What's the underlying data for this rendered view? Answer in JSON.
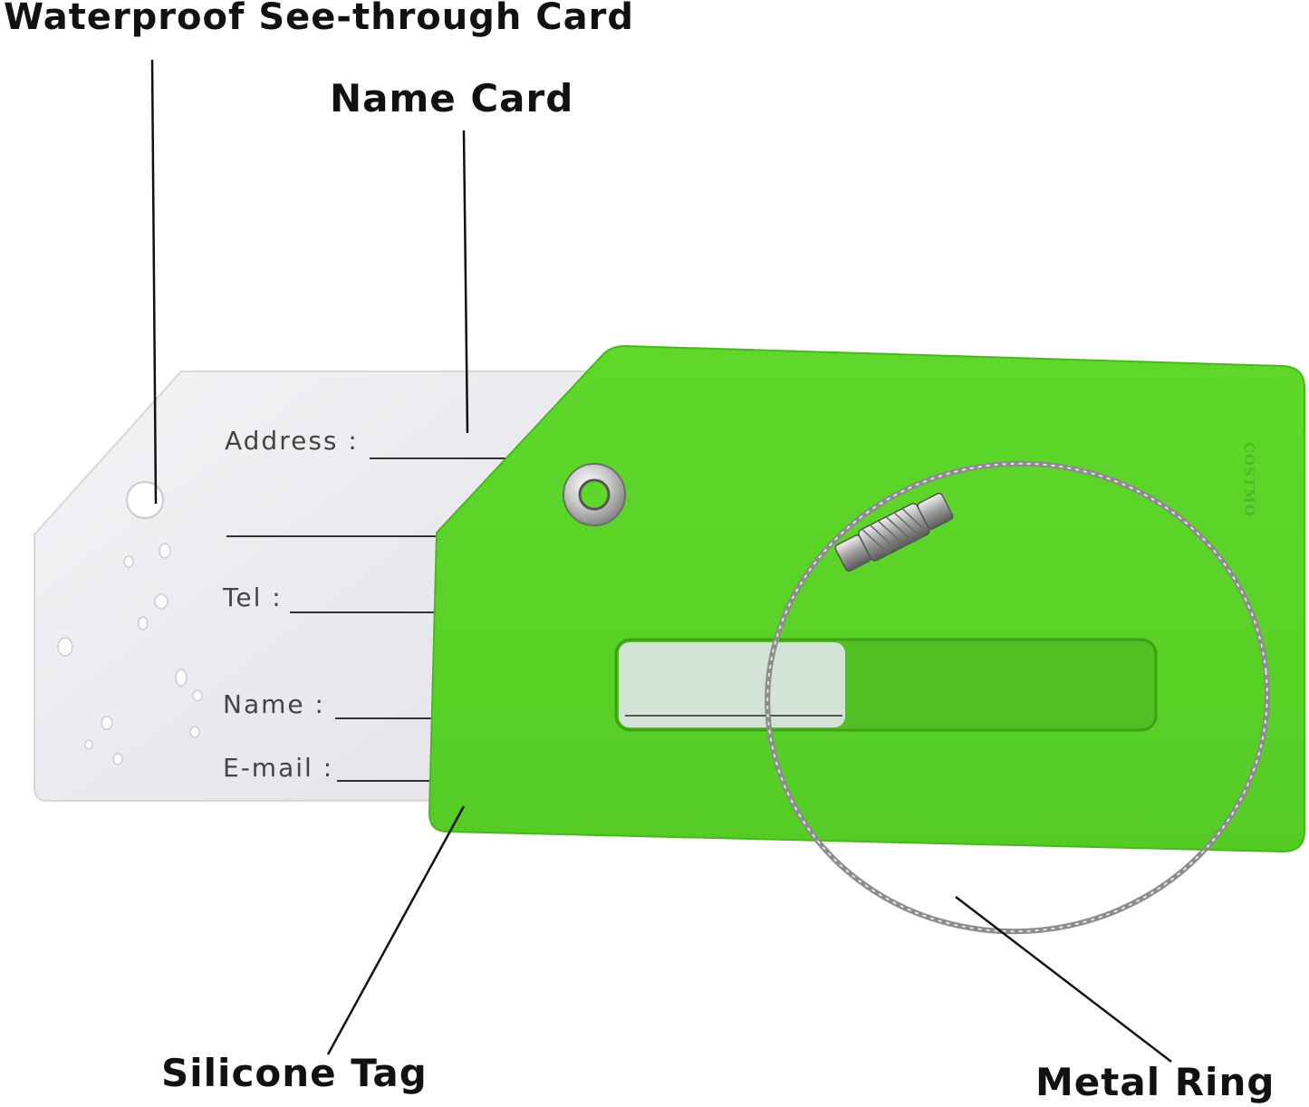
{
  "callouts": {
    "waterproof_card": "Waterproof See-through Card",
    "name_card": "Name Card",
    "silicone_tag": "Silicone Tag",
    "metal_ring": "Metal Ring"
  },
  "card_fields": {
    "address": "Address :",
    "tel": "Tel :",
    "name": "Name :",
    "email": "E-mail :"
  },
  "brand_mark": "COSTMO",
  "colors": {
    "silicone_tag": "#5ed62a",
    "card": "#e9e9ee",
    "ring": "#9a9a9a",
    "text": "#111111"
  }
}
